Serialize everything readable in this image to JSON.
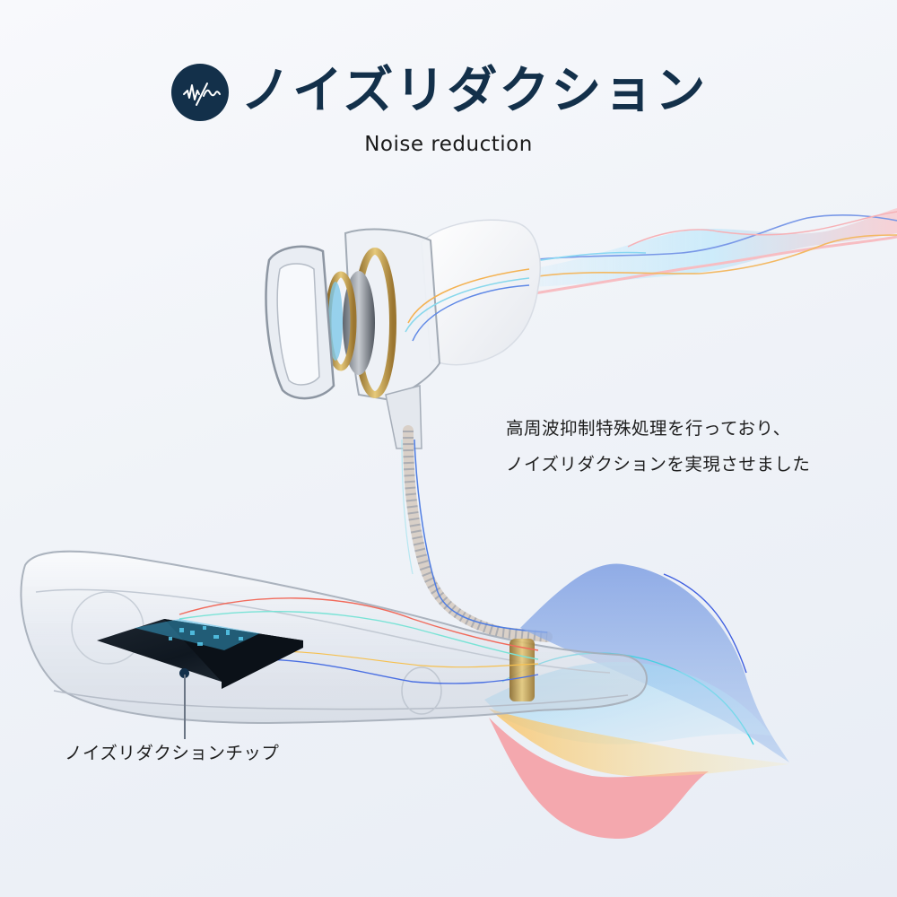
{
  "header": {
    "icon": "sound-wave-icon",
    "title": "ノイズリダクション",
    "subtitle": "Noise reduction"
  },
  "description": {
    "line1": "高周波抑制特殊処理を行っており、",
    "line2": "ノイズリダクションを実現させました"
  },
  "callout": {
    "label": "ノイズリダクションチップ"
  },
  "colors": {
    "brand_navy": "#13304a",
    "background": "#f0f3f8",
    "wave_blue": "#8eaee6",
    "wave_pink": "#f5a3a8",
    "wave_yellow": "#f7d98a",
    "wave_cyan": "#9fd8f3",
    "gold": "#c9a24a"
  },
  "illustration": {
    "earbud": "earbud-exploded-view",
    "cable": "braided-cable",
    "body": "transparent-earphone-body",
    "chip": "noise-reduction-chip",
    "waves": "sound-wave-ribbons"
  }
}
